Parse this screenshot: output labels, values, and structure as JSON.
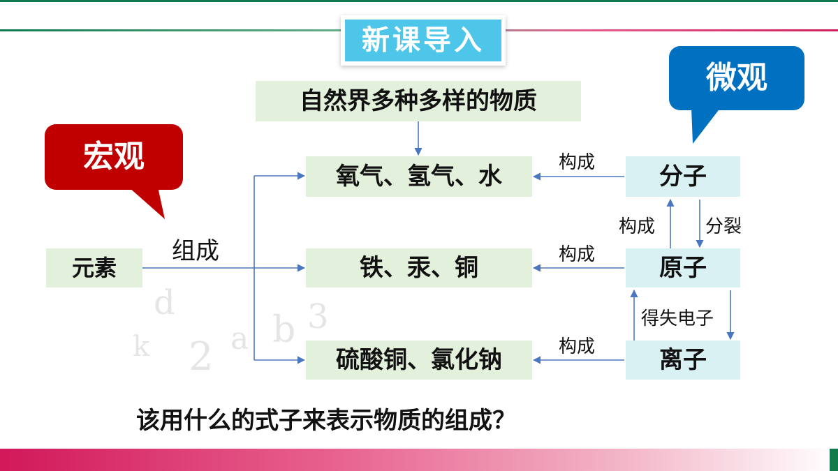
{
  "title": "新课导入",
  "callouts": {
    "macro": "宏观",
    "micro": "微观"
  },
  "diagram": {
    "top_node": "自然界多种多样的物质",
    "element_node": "元素",
    "compose_label": "组成",
    "substances": [
      "氧气、氢气、水",
      "铁、汞、铜",
      "硫酸铜、氯化钠"
    ],
    "particles": [
      "分子",
      "原子",
      "离子"
    ],
    "edge_labels": {
      "constitute_1": "构成",
      "constitute_2": "构成",
      "constitute_3": "构成",
      "atom_to_molecule": "构成",
      "molecule_to_atom": "分裂",
      "atom_ion": "得失电子"
    }
  },
  "question": "该用什么的式子来表示物质的组成？",
  "colors": {
    "macro": "#c00000",
    "micro": "#0070c0",
    "title_bg": "#4ec6e9",
    "left_boxes": "#e3f0dc",
    "right_boxes": "#d9f1f3",
    "arrows": "#4a76c0"
  }
}
